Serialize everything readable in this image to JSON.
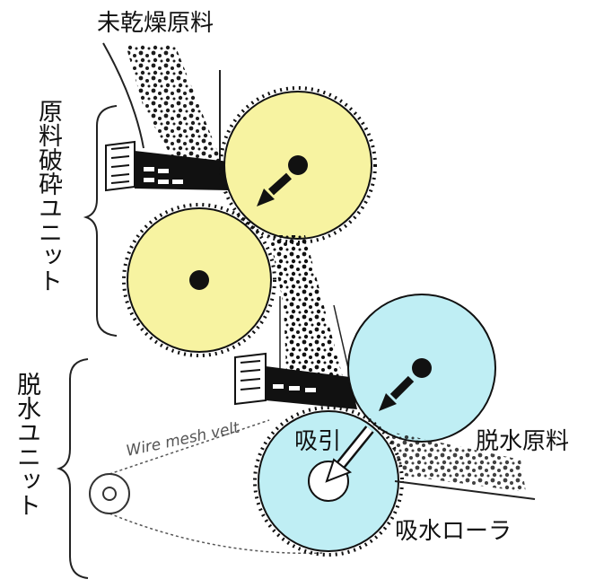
{
  "labels": {
    "raw_material_in": "未乾燥原料",
    "crushing_unit": "原料破砕ユニット",
    "dewatering_unit": "脱水ユニット",
    "wire_mesh_belt": "Wire mesh velt",
    "suction": "吸引",
    "dewatered_material": "脱水原料",
    "suction_roller": "吸水ローラ"
  },
  "colors": {
    "crusher_roller": "#f7f3a1",
    "dewater_roller": "#bfeef4",
    "ink": "#111111",
    "background": "#ffffff"
  }
}
